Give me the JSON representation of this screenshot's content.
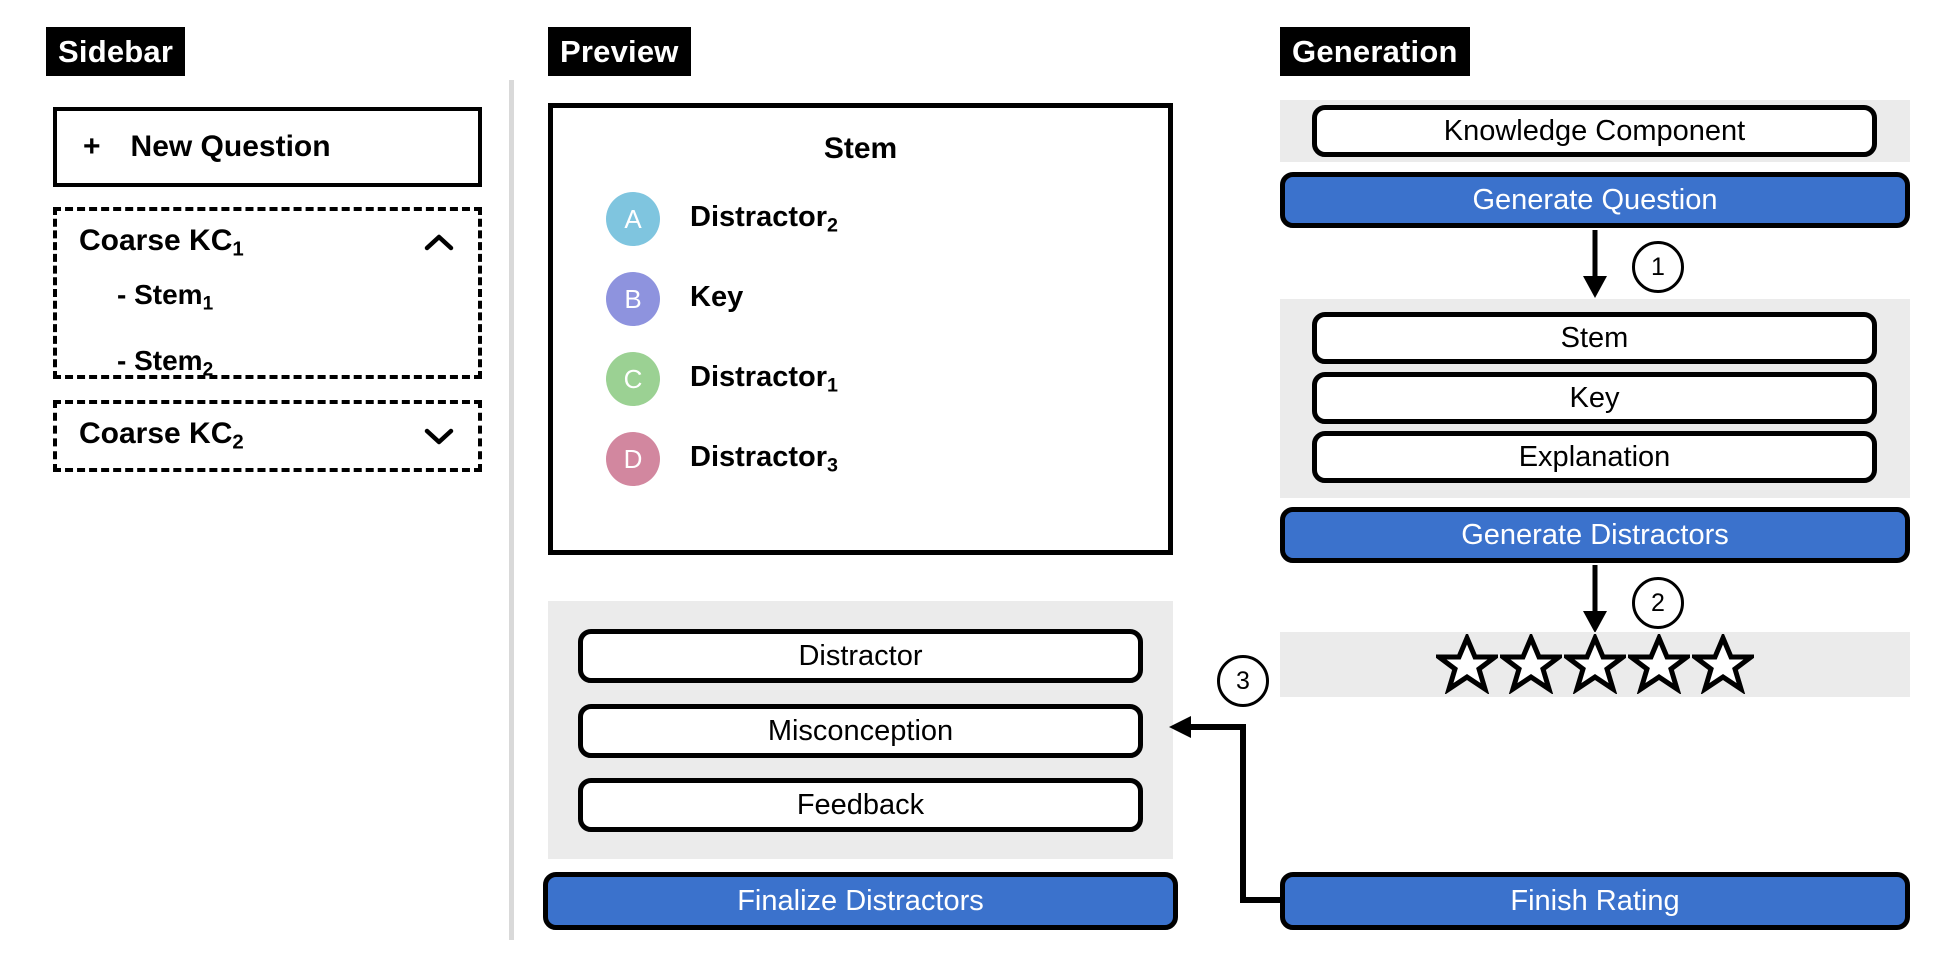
{
  "sections": {
    "sidebar_tag": "Sidebar",
    "preview_tag": "Preview",
    "generation_tag": "Generation"
  },
  "sidebar": {
    "new_question": {
      "plus": "+",
      "label": "New Question"
    },
    "kc_groups": [
      {
        "label": "Coarse KC",
        "sub": "1",
        "chevron": "chevron-up-icon",
        "expanded": true,
        "items": [
          {
            "prefix": "-",
            "label": "Stem",
            "sub": "1"
          },
          {
            "prefix": "-",
            "label": "Stem",
            "sub": "2"
          }
        ]
      },
      {
        "label": "Coarse KC",
        "sub": "2",
        "chevron": "chevron-down-icon",
        "expanded": false,
        "items": []
      }
    ]
  },
  "preview": {
    "stem_title": "Stem",
    "options": [
      {
        "letter": "A",
        "label": "Distractor",
        "sub": "2",
        "color": "#7FC5DF"
      },
      {
        "letter": "B",
        "label": "Key",
        "sub": "",
        "color": "#8E93DE"
      },
      {
        "letter": "C",
        "label": "Distractor",
        "sub": "1",
        "color": "#9BD193"
      },
      {
        "letter": "D",
        "label": "Distractor",
        "sub": "3",
        "color": "#D2879F"
      }
    ],
    "distractor_panel": {
      "fields": [
        "Distractor",
        "Misconception",
        "Feedback"
      ]
    },
    "finalize_button": "Finalize Distractors"
  },
  "generation": {
    "kc_panel": {
      "field": "Knowledge Component"
    },
    "generate_question_button": "Generate Question",
    "question_panel": {
      "fields": [
        "Stem",
        "Key",
        "Explanation"
      ]
    },
    "generate_distractors_button": "Generate Distractors",
    "rating": {
      "stars_total": 5,
      "stars_filled": 0
    },
    "finish_rating_button": "Finish Rating"
  },
  "flow_steps": [
    {
      "id": "1",
      "from": "generate-question-button",
      "to": "question-panel"
    },
    {
      "id": "2",
      "from": "generate-distractors-button",
      "to": "rating-panel"
    },
    {
      "id": "3",
      "from": "finish-rating-button",
      "to": "misconception-field"
    }
  ],
  "colors": {
    "accent_blue": "#3B72CC",
    "panel_gray": "#EBEBEB",
    "divider_gray": "#D9D9D9",
    "tag_black": "#000000"
  }
}
